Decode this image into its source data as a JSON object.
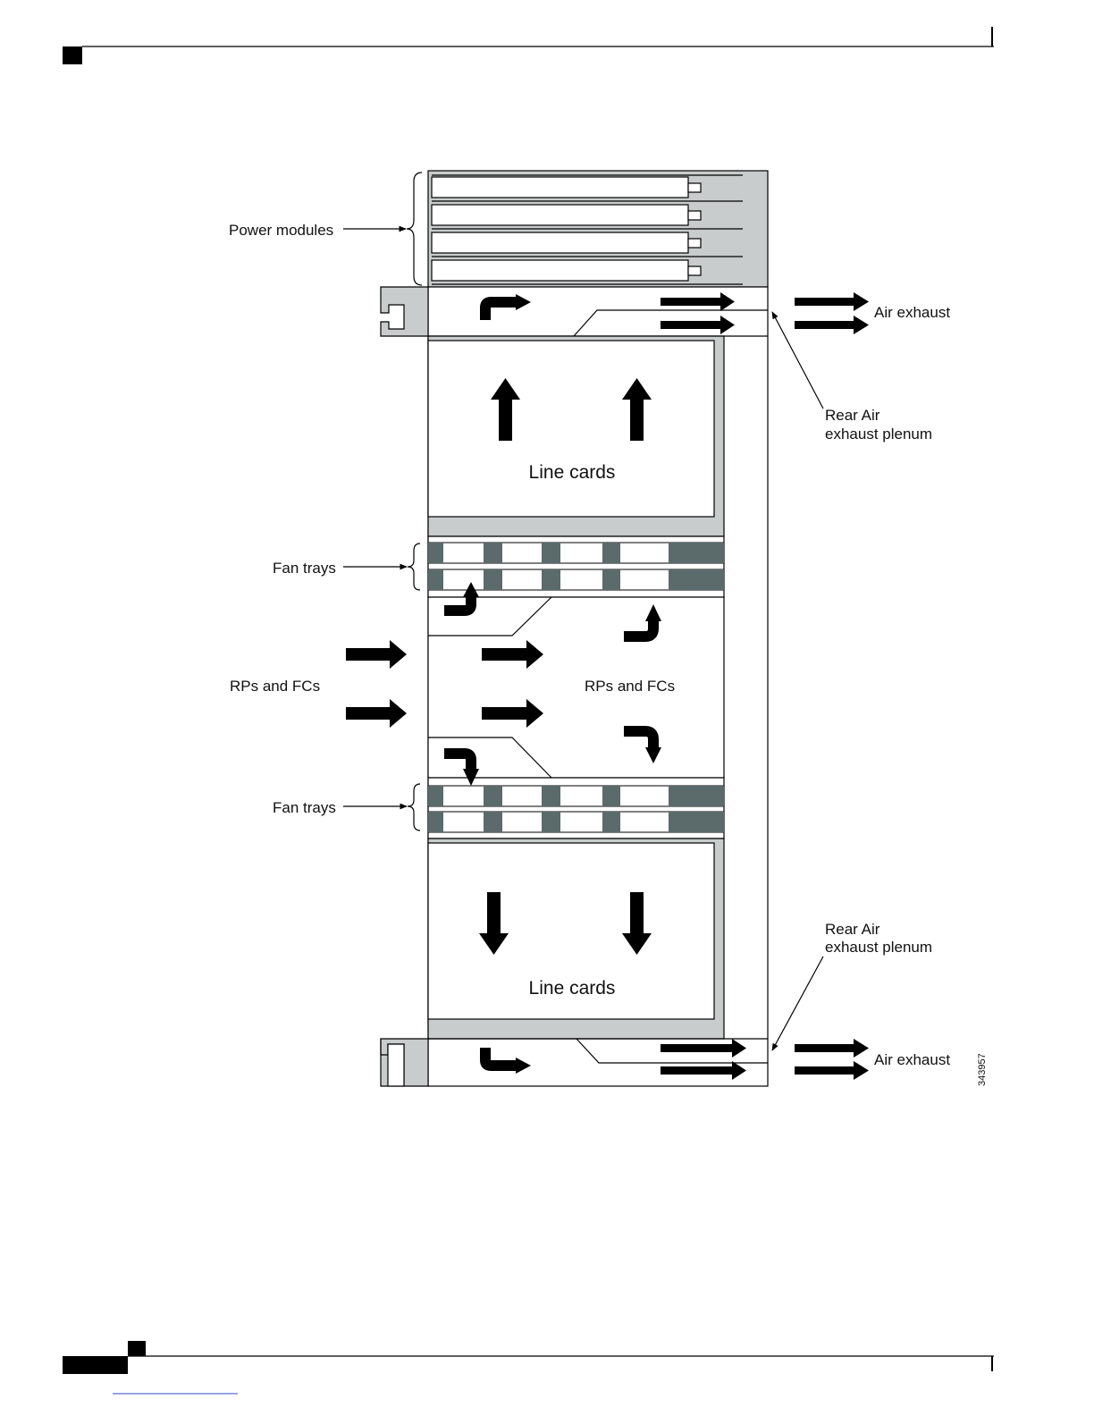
{
  "diagram": {
    "labels": {
      "power_modules": "Power modules",
      "air_exhaust_top": "Air exhaust",
      "rear_plenum_top_1": "Rear Air",
      "rear_plenum_top_2": "exhaust plenum",
      "line_cards_top": "Line cards",
      "fan_trays_top": "Fan trays",
      "rps_fcs_left": "RPs and FCs",
      "rps_fcs_center": "RPs and FCs",
      "fan_trays_bottom": "Fan trays",
      "rear_plenum_bottom_1": "Rear Air",
      "rear_plenum_bottom_2": "exhaust plenum",
      "line_cards_bottom": "Line cards",
      "air_exhaust_bottom": "Air exhaust"
    },
    "figure_id": "343957"
  },
  "colors": {
    "chassis_gray": "#c8cccc",
    "fan_dark": "#5b6a6a",
    "ink": "#000000"
  }
}
